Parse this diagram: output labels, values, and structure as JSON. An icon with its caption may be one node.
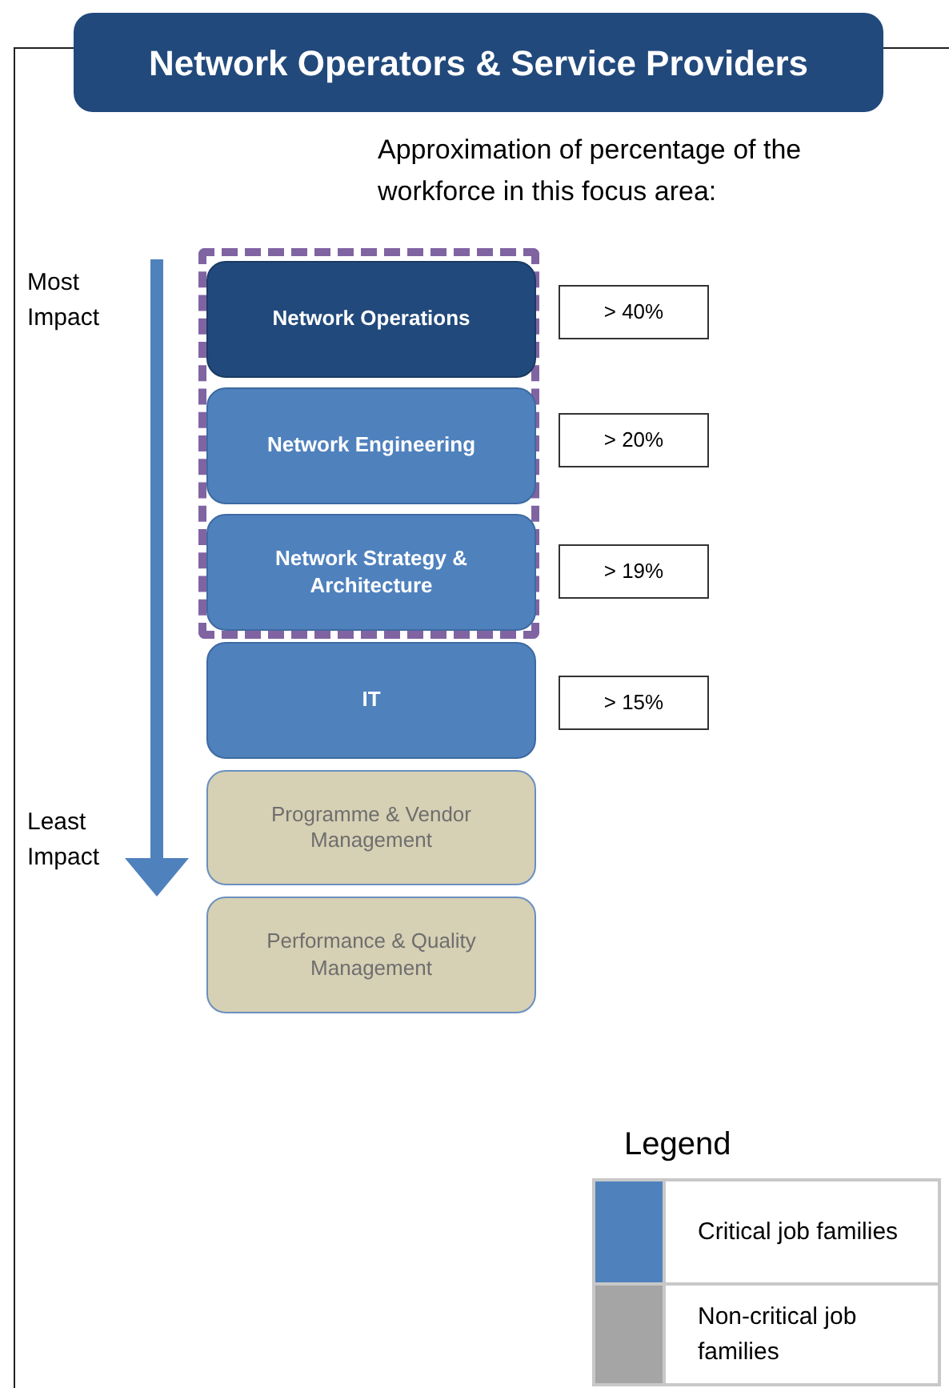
{
  "diagram": {
    "title": "Network Operators & Service Providers",
    "nodes": [
      {
        "text": [],
        "shape": "box"
      },
      {
        "text": [
          "Network Operations"
        ],
        "in": 0
      },
      {
        "text": [
          "Network Engineering"
        ],
        "in": 0
      },
      {
        "text": [
          "Network Strategy & Architecture"
        ],
        "in": 0
      },
      {
        "text": [
          "IT"
        ]
      },
      {
        "text": [
          "Programme & Vendor Management"
        ]
      },
      {
        "text": [
          "Performance & Quality Management"
        ]
      },
      {
        "text": [
          "> 40%"
        ]
      },
      {
        "text": [
          "> 20%"
        ]
      },
      {
        "text": [
          "> 19%"
        ]
      },
      {
        "text": [
          "> 15%"
        ]
      }
    ],
    "labels": [
      "Approximation of percentage of the workforce in this focus area:",
      "Most Impact",
      "Least Impact",
      "Legend"
    ],
    "legend": [
      {
        "text": "Critical job families",
        "color": "#4f81bd"
      },
      {
        "text": "Non-critical job families",
        "color": "#a5a5a5"
      }
    ]
  }
}
